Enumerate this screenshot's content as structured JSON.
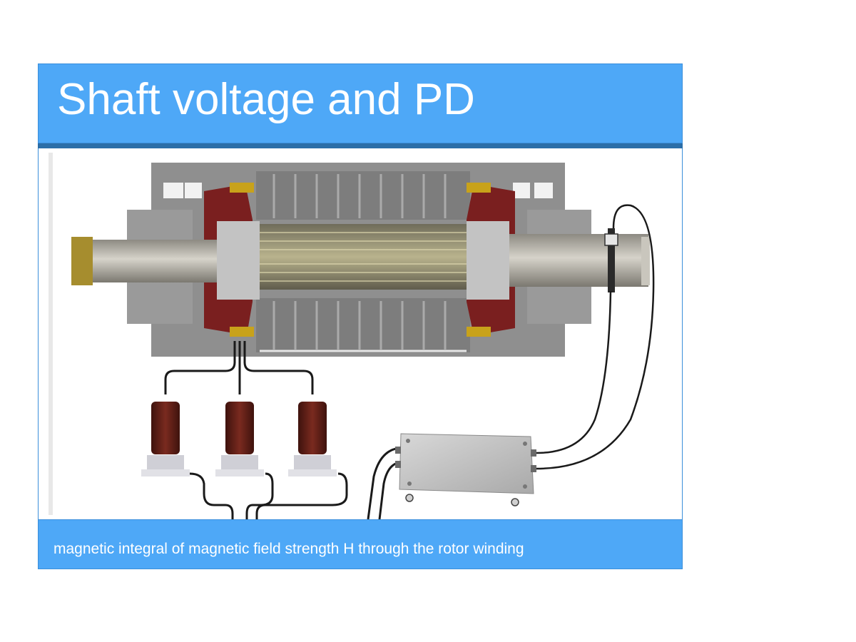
{
  "slide": {
    "title": "Shaft voltage and PD",
    "caption": "magnetic integral of magnetic field strength H through the rotor winding"
  },
  "colors": {
    "title_bar": "#4ea8f7",
    "title_rule": "#2b6ea8",
    "text": "#ffffff",
    "stator": "#8a8a8a",
    "winding_end": "#7a1f1f",
    "bushing": "#5a1a14",
    "shaft": "#b5b2a8"
  },
  "figure": {
    "icons": [
      "generator",
      "rotor-shaft",
      "bushing",
      "coupling-capacitor",
      "sensor-box",
      "shaft-sensor",
      "cable"
    ]
  }
}
